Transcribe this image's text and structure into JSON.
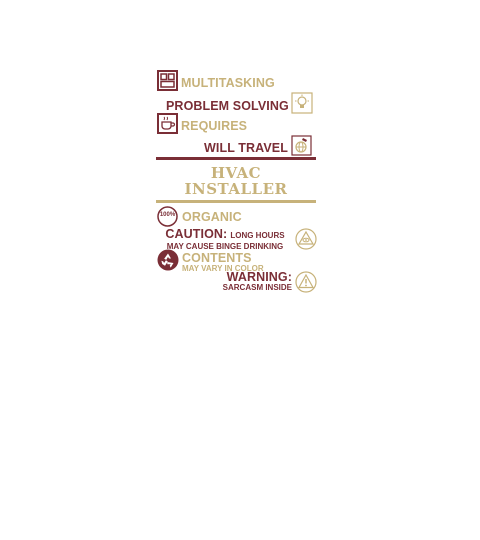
{
  "colors": {
    "maroon": "#7a2e36",
    "tan": "#c7b27a"
  },
  "icons": [
    "window-grid-icon",
    "lightbulb-icon",
    "coffee-cup-icon",
    "globe-shoe-icon",
    "badge-100-icon",
    "eye-triangle-icon",
    "recycle-icon",
    "warning-triangle-icon"
  ],
  "lines": {
    "multitasking": "MULTITASKING",
    "problem_solving": "PROBLEM SOLVING",
    "requires": "REQUIRES",
    "will_travel": "WILL TRAVEL",
    "title_line1": "HVAC",
    "title_line2": "INSTALLER",
    "badge_100": "100%",
    "organic": "ORGANIC",
    "caution": "CAUTION:",
    "long_hours": "LONG HOURS",
    "binge": "MAY CAUSE BINGE DRINKING",
    "contents": "CONTENTS",
    "vary": "MAY VARY IN COLOR",
    "warning": "WARNING:",
    "sarcasm": "SARCASM INSIDE"
  }
}
